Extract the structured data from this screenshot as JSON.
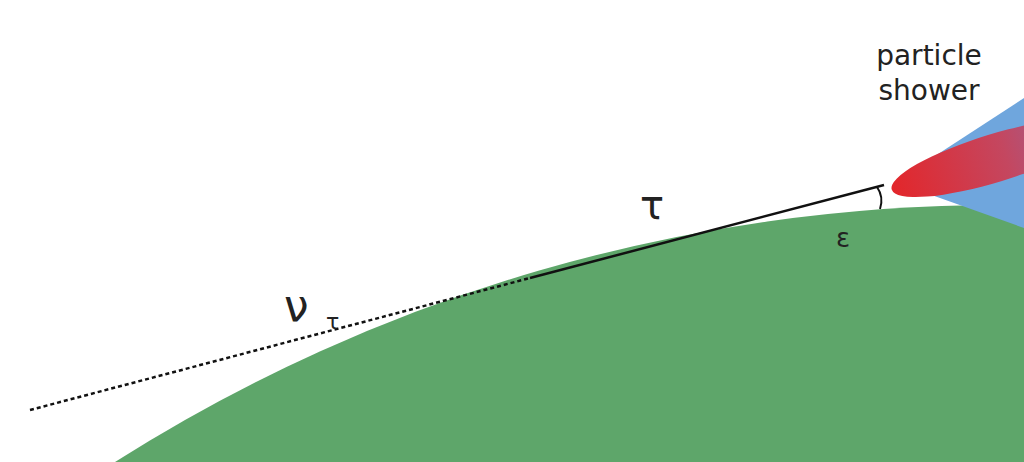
{
  "diagram": {
    "labels": [
      "particle shower",
      "τ",
      "ε",
      "ν",
      "τ"
    ]
  }
}
